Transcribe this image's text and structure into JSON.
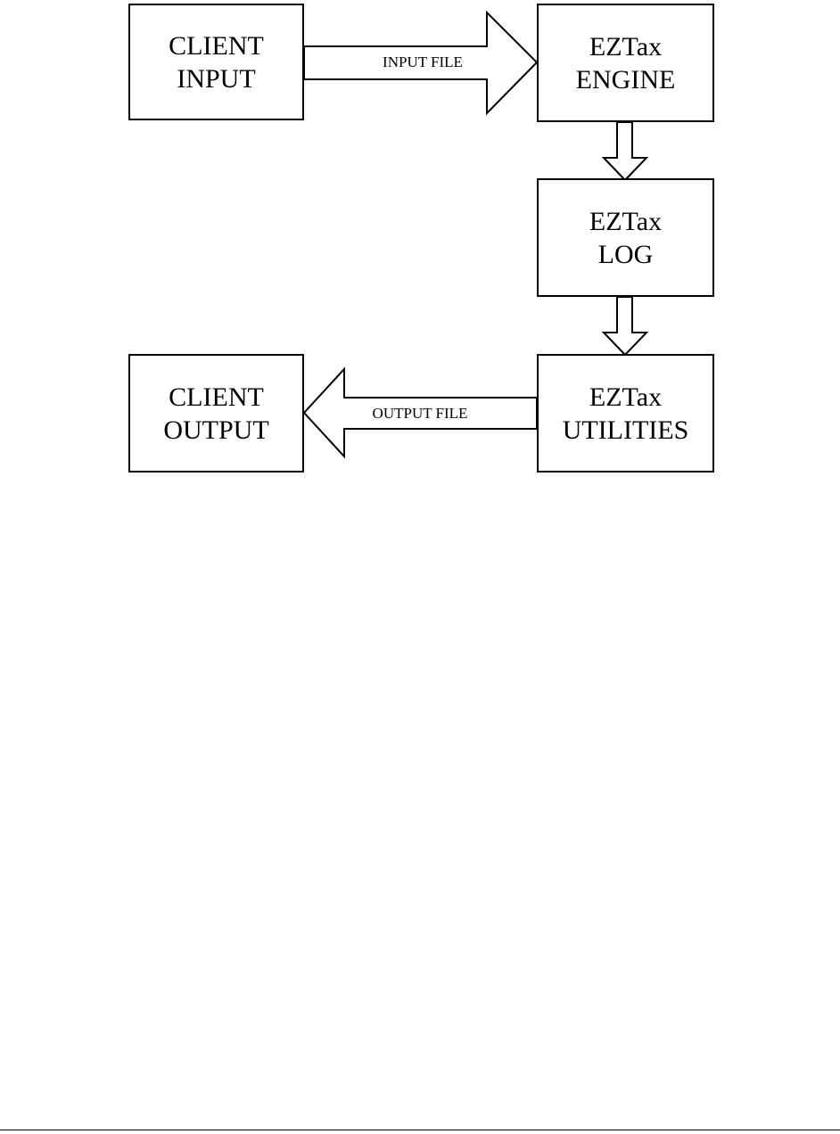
{
  "diagram": {
    "nodes": [
      {
        "id": "client-input",
        "lines": [
          "CLIENT",
          "INPUT"
        ]
      },
      {
        "id": "eztax-engine",
        "lines": [
          "EZTax",
          "ENGINE"
        ]
      },
      {
        "id": "eztax-log",
        "lines": [
          "EZTax",
          "LOG"
        ]
      },
      {
        "id": "eztax-utilities",
        "lines": [
          "EZTax",
          "UTILITIES"
        ]
      },
      {
        "id": "client-output",
        "lines": [
          "CLIENT",
          "OUTPUT"
        ]
      }
    ],
    "edges": [
      {
        "from": "client-input",
        "to": "eztax-engine",
        "label": "INPUT FILE"
      },
      {
        "from": "eztax-engine",
        "to": "eztax-log",
        "label": ""
      },
      {
        "from": "eztax-log",
        "to": "eztax-utilities",
        "label": ""
      },
      {
        "from": "eztax-utilities",
        "to": "client-output",
        "label": "OUTPUT FILE"
      }
    ],
    "colors": {
      "stroke": "#000000",
      "fill": "#ffffff"
    }
  }
}
